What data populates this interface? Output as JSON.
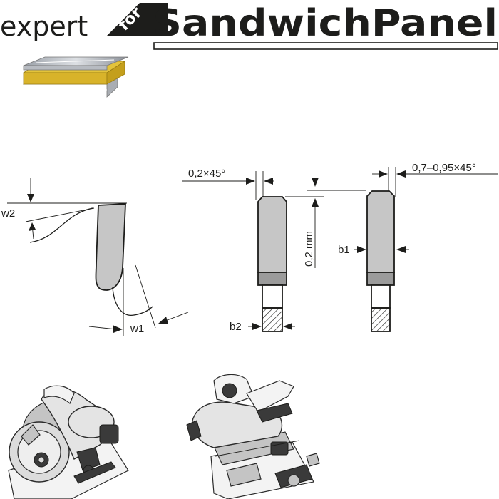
{
  "header": {
    "brand_prefix": "expert",
    "brand_badge": "for",
    "brand_product": "SandwichPanel"
  },
  "icons": {
    "panel": "sandwich-panel-icon",
    "circular_saw": "circular-saw-icon",
    "plunge_saw": "plunge-saw-icon"
  },
  "colors": {
    "ink": "#1d1d1b",
    "panel_core": "#e3c33a",
    "panel_skin": "#c9ccd1",
    "tooth_fill": "#c6c6c6"
  },
  "diagram": {
    "left_profile": {
      "label_w2": "w2",
      "label_w1": "w1"
    },
    "middle_tooth": {
      "label_chamfer": "0,2×45°",
      "label_height": "0,2 mm",
      "label_b2": "b2"
    },
    "right_tooth": {
      "label_chamfer": "0,7–0,95×45°",
      "label_b1": "b1"
    }
  }
}
